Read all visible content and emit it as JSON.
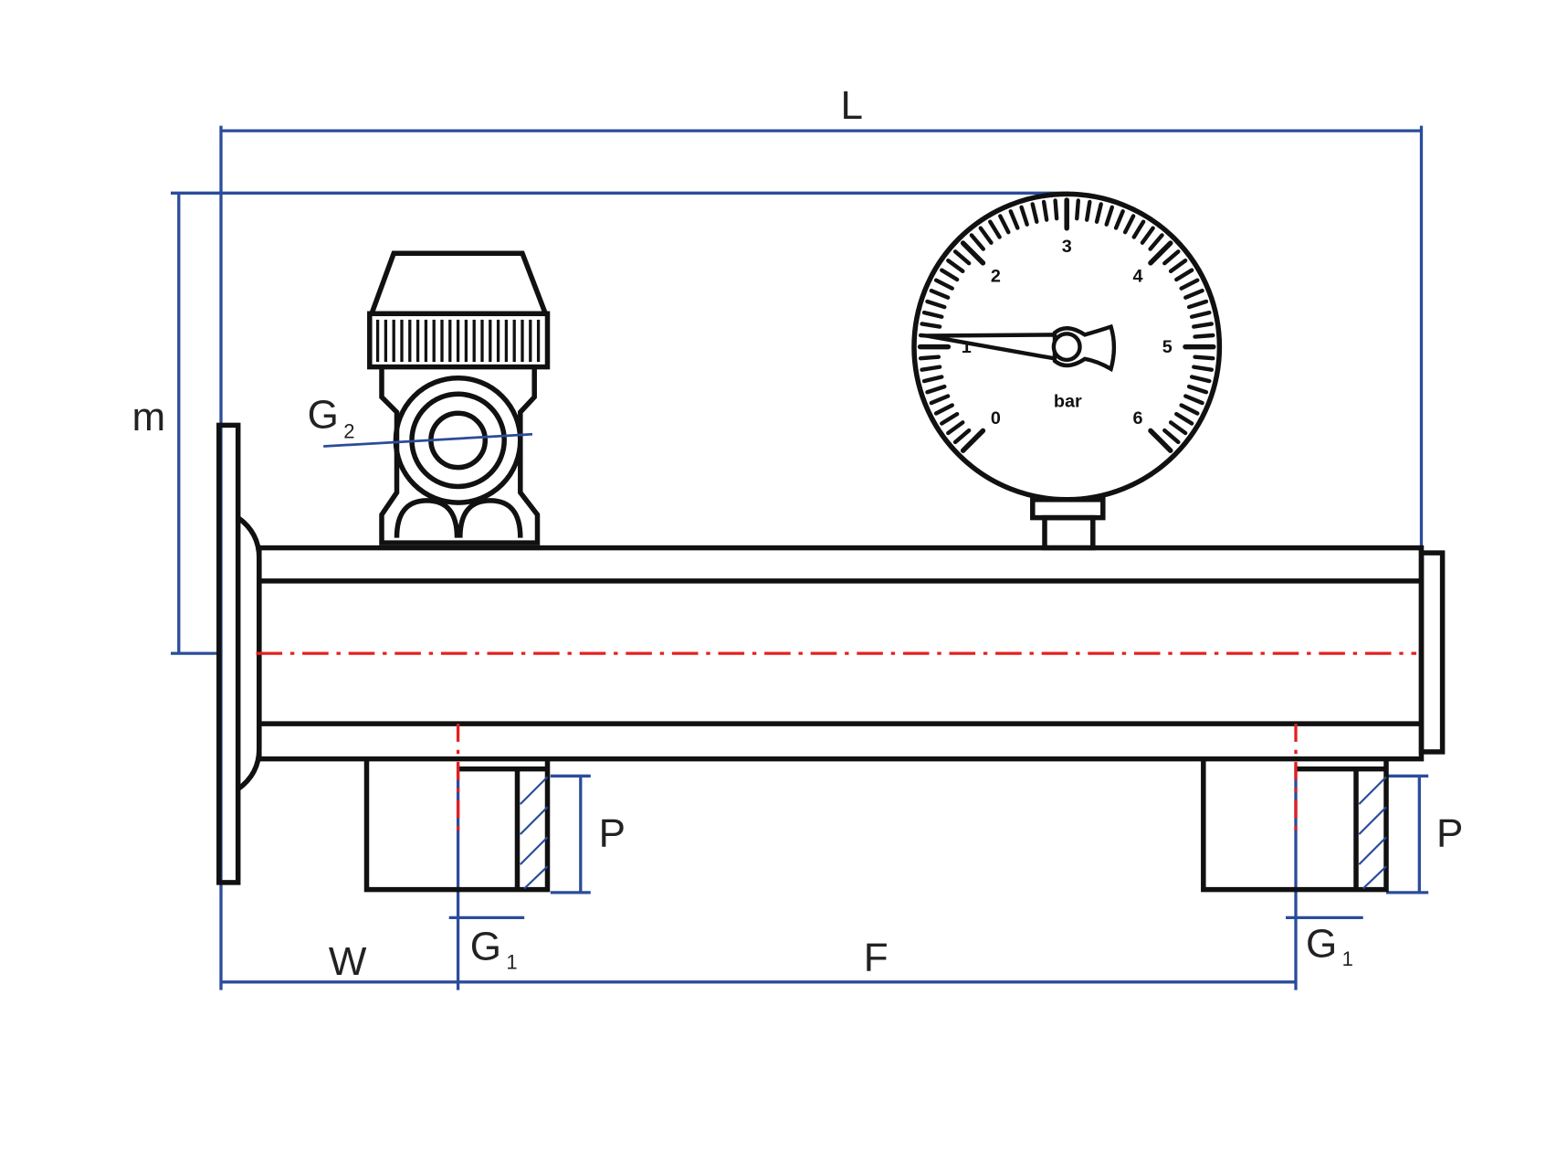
{
  "labels": {
    "L": "L",
    "m": "m",
    "G2": "G",
    "G2_sub": "2",
    "P_left": "P",
    "P_right": "P",
    "G1_left": "G",
    "G1_left_sub": "1",
    "G1_right": "G",
    "G1_right_sub": "1",
    "W": "W",
    "F": "F"
  },
  "gauge": {
    "numbers": [
      "0",
      "1",
      "2",
      "3",
      "4",
      "5",
      "6"
    ],
    "unit": "bar",
    "needle_value": 1.1,
    "min": 0,
    "max": 6
  },
  "colors": {
    "dimension": "#2b4c9b",
    "centerline": "#e32020",
    "outline": "#111111"
  }
}
